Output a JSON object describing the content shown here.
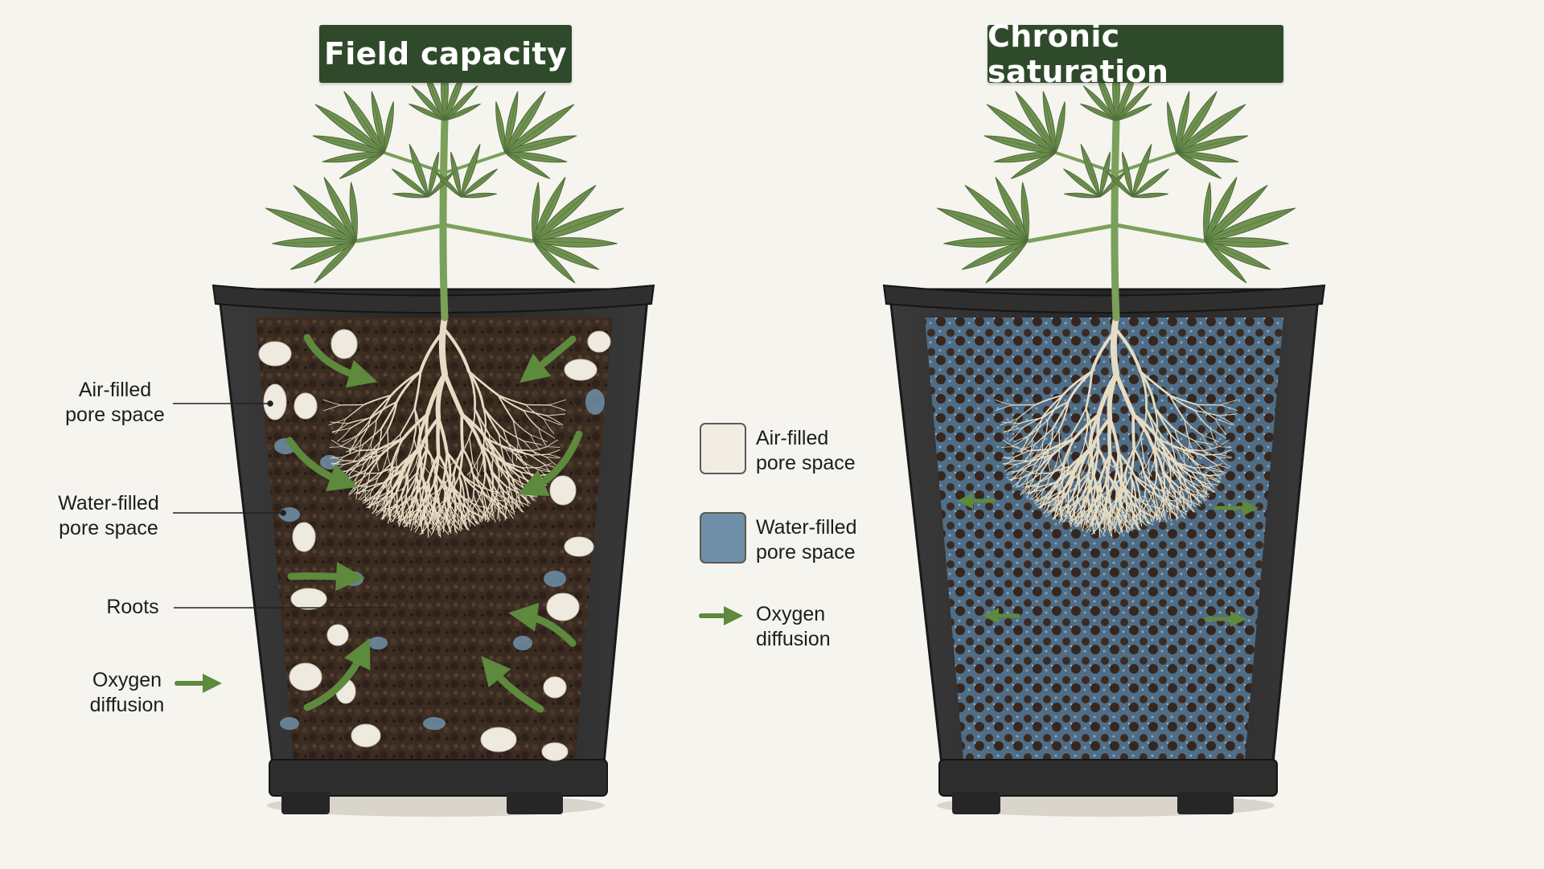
{
  "panels": {
    "left_title": "Field capacity",
    "right_title": "Chronic saturation"
  },
  "callouts": {
    "air_filled": [
      "Air-filled",
      "pore space"
    ],
    "water_filled": [
      "Water-filled",
      "pore space"
    ],
    "roots": "Roots",
    "oxygen": [
      "Oxygen",
      "diffusion"
    ]
  },
  "legend": {
    "air_filled": [
      "Air-filled",
      "pore space"
    ],
    "water_filled": [
      "Water-filled",
      "pore space"
    ],
    "oxygen": [
      "Oxygen",
      "diffusion"
    ]
  },
  "colors": {
    "background": "#f6f4ef",
    "title_bg": "#2f4a2a",
    "air_pore": "#f1ede2",
    "water_pore": "#6f8fa8",
    "soil": "#3d2e24",
    "root": "#e6dcc4",
    "leaf": "#6f9250",
    "arrow": "#5d8a3c",
    "pot": "#2b2b2b"
  },
  "icons": {
    "plant": "cannabis-plant-icon",
    "pot": "plant-pot-icon",
    "arrow": "oxygen-arrow-icon"
  }
}
